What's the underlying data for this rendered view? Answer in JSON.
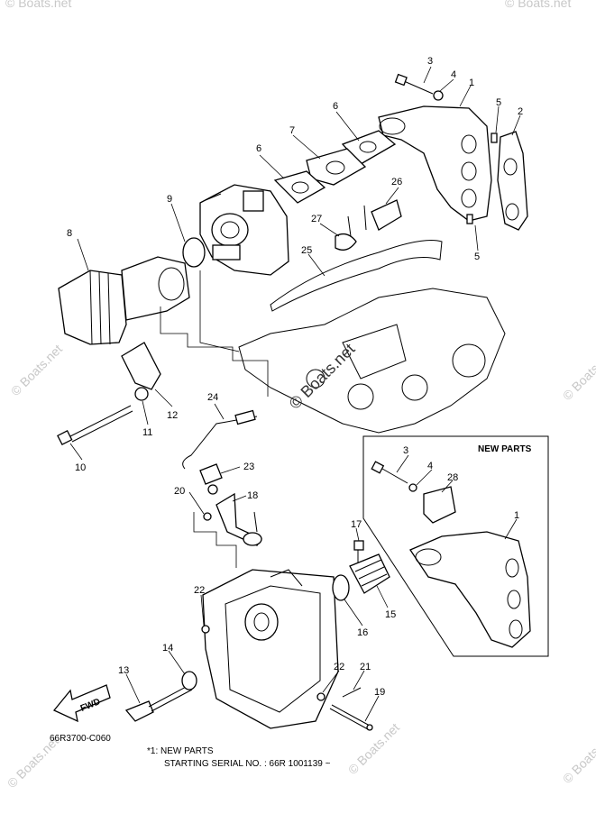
{
  "callouts": {
    "c1a": "1",
    "c2": "2",
    "c3a": "3",
    "c4a": "4",
    "c5a": "5",
    "c5b": "5",
    "c6a": "6",
    "c6b": "6",
    "c7": "7",
    "c8": "8",
    "c9": "9",
    "c10": "10",
    "c11": "11",
    "c12": "12",
    "c13": "13",
    "c14": "14",
    "c15": "15",
    "c16": "16",
    "c17": "17",
    "c18": "18",
    "c19": "19",
    "c20": "20",
    "c21": "21",
    "c22a": "22",
    "c22b": "22",
    "c23": "23",
    "c24": "24",
    "c25": "25",
    "c26": "26",
    "c27": "27",
    "c28": "28",
    "c3b": "3",
    "c4b": "4",
    "c1b": "1"
  },
  "inset": {
    "title": "NEW PARTS"
  },
  "fwd_label": "FWD",
  "diagram_code": "66R3700-C060",
  "footnote": {
    "line1": "*1: NEW PARTS",
    "line2": "STARTING SERIAL NO. : 66R 1001139 ~"
  },
  "watermarks": {
    "center": "© Boats.net",
    "side": "© Boats.net"
  }
}
